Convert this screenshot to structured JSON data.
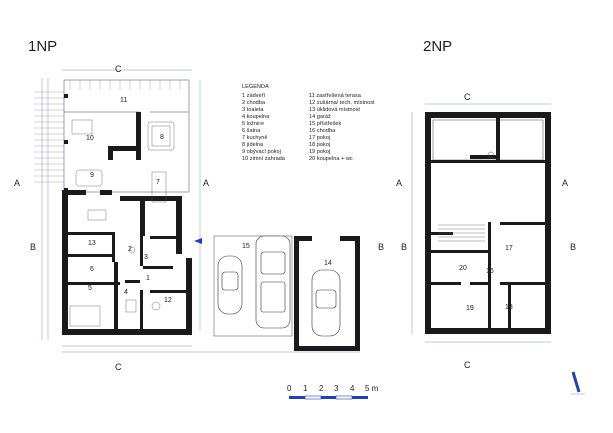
{
  "titles": {
    "floor1": "1NP",
    "floor2": "2NP"
  },
  "legend": {
    "title": "LEGENDA",
    "col1": [
      "1 zádveří",
      "2 chodba",
      "3 toaleta",
      "4 koupelna",
      "5 ložnice",
      "6 šatna",
      "7 kuchyně",
      "8 jídelna",
      "9 obývací pokoj",
      "10 zimní zahrada"
    ],
    "col2": [
      "11 zastřešená terasa",
      "12 sušárna/ tech. místnost",
      "13 úklidová místnost",
      "14 garáž",
      "15 přístřešek",
      "16 chodba",
      "17 pokoj",
      "18 pokoj",
      "19 pokoj",
      "20 koupelna + wc"
    ]
  },
  "room_numbers_1np": [
    "11",
    "10",
    "8",
    "9",
    "7",
    "13",
    "2",
    "3",
    "6",
    "1",
    "4",
    "5",
    "12",
    "15",
    "14"
  ],
  "room_numbers_2np": [
    "17",
    "20",
    "16",
    "19",
    "18"
  ],
  "section_marks": {
    "c": "C",
    "a": "A",
    "b": "B"
  },
  "scale": {
    "labels": [
      "0",
      "1",
      "2",
      "3",
      "4",
      "5 m"
    ]
  },
  "colors": {
    "wall": "#1a1a1a",
    "dimension": "#5a7ab8",
    "scale_bar": "#1f3fbf"
  },
  "icons": [
    "north-arrow-icon"
  ]
}
